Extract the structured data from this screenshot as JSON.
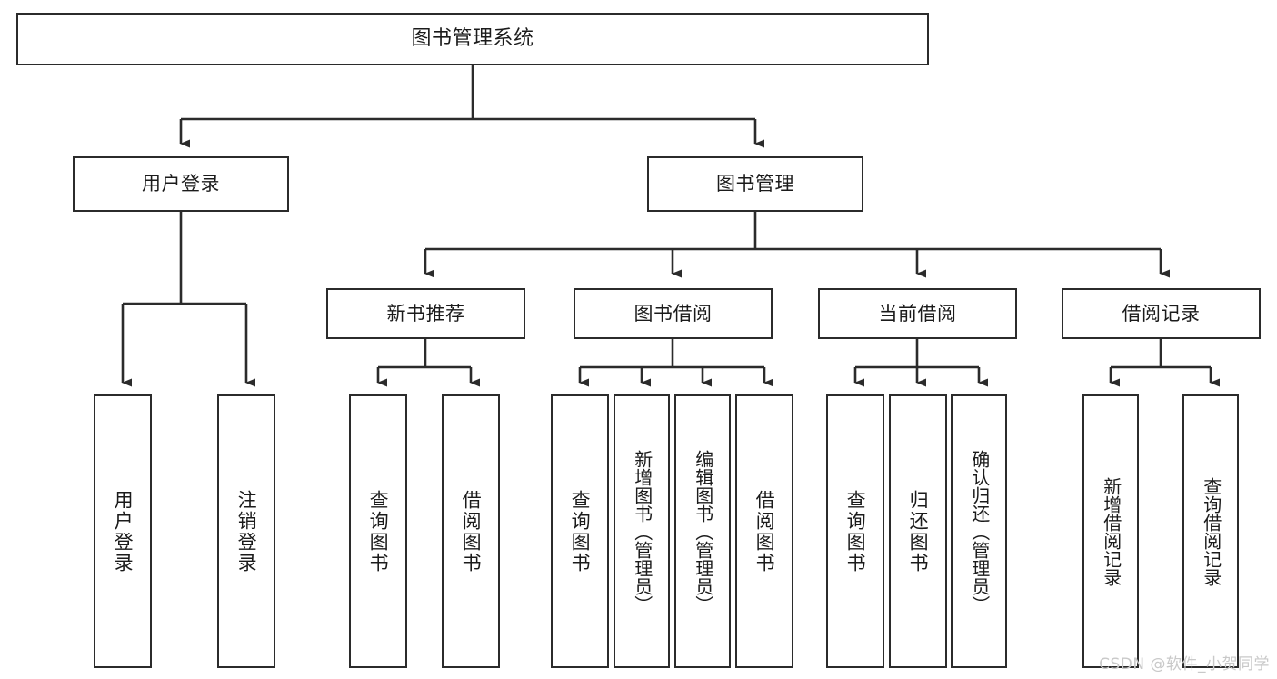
{
  "diagram": {
    "title": "图书管理系统",
    "watermark": "CSDN @软件_小贺同学",
    "stroke_color": "#2b2b2b",
    "background_color": "#ffffff",
    "text_color": "#1b1b1b",
    "levels": {
      "level1": [
        {
          "id": "root",
          "label": "图书管理系统"
        }
      ],
      "level2": [
        {
          "id": "user-login",
          "label": "用户登录"
        },
        {
          "id": "book-manage",
          "label": "图书管理"
        }
      ],
      "level3": [
        {
          "id": "new-book-rec",
          "label": "新书推荐"
        },
        {
          "id": "book-borrow",
          "label": "图书借阅"
        },
        {
          "id": "current-borrow",
          "label": "当前借阅"
        },
        {
          "id": "borrow-record",
          "label": "借阅记录"
        }
      ],
      "level4": [
        {
          "id": "leaf-user-login",
          "label": "用户登录",
          "parent": "user-login"
        },
        {
          "id": "leaf-user-logout",
          "label": "注销登录",
          "parent": "user-login"
        },
        {
          "id": "leaf-query-book-1",
          "label": "查询图书",
          "parent": "new-book-rec"
        },
        {
          "id": "leaf-borrow-book-1",
          "label": "借阅图书",
          "parent": "new-book-rec"
        },
        {
          "id": "leaf-query-book-2",
          "label": "查询图书",
          "parent": "book-borrow"
        },
        {
          "id": "leaf-add-book",
          "label": "新增图书（管理员）",
          "parent": "book-borrow"
        },
        {
          "id": "leaf-edit-book",
          "label": "编辑图书（管理员）",
          "parent": "book-borrow"
        },
        {
          "id": "leaf-borrow-book-2",
          "label": "借阅图书",
          "parent": "book-borrow"
        },
        {
          "id": "leaf-query-book-3",
          "label": "查询图书",
          "parent": "current-borrow"
        },
        {
          "id": "leaf-return-book",
          "label": "归还图书",
          "parent": "current-borrow"
        },
        {
          "id": "leaf-confirm-return",
          "label": "确认归还（管理员）",
          "parent": "current-borrow"
        },
        {
          "id": "leaf-add-record",
          "label": "新增借阅记录",
          "parent": "borrow-record"
        },
        {
          "id": "leaf-query-record",
          "label": "查询借阅记录",
          "parent": "borrow-record"
        }
      ]
    }
  }
}
